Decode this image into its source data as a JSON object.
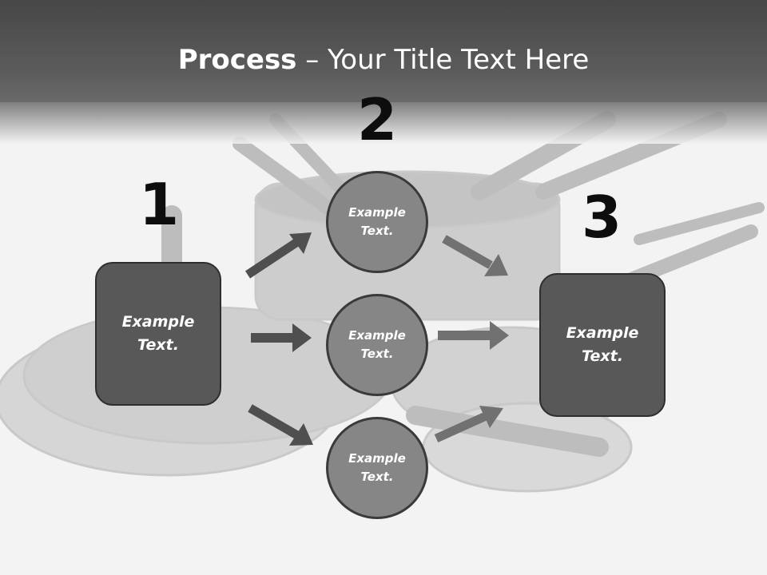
{
  "title": {
    "bold": "Process",
    "rest": " – Your Title Text Here"
  },
  "steps": [
    {
      "number": "1",
      "text": "Example Text."
    },
    {
      "number": "2",
      "text": "Example Text."
    },
    {
      "number": "3",
      "text": "Example Text."
    }
  ],
  "circles": [
    {
      "text": "Example Text."
    },
    {
      "text": "Example Text."
    },
    {
      "text": "Example Text."
    }
  ],
  "background": {
    "description_icon": "cookware-pans-photo"
  },
  "colors": {
    "header": "#4a4a4a",
    "box_fill": "#585858",
    "circle_fill": "#868686",
    "arrow_dark": "#4f4f4f",
    "arrow_light": "#707070"
  }
}
